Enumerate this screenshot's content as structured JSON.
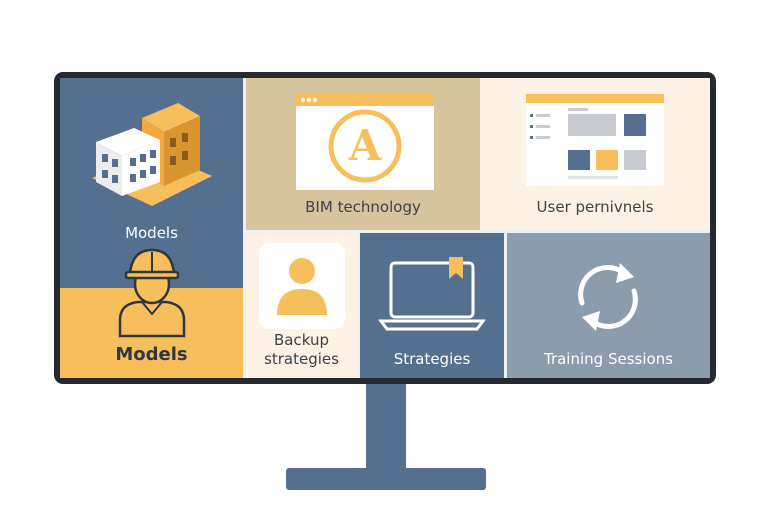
{
  "tiles": {
    "models": {
      "label": "Models",
      "icon": "buildings-icon"
    },
    "worker": {
      "label": "Models",
      "icon": "hardhat-worker-icon"
    },
    "bim": {
      "label": "BIM technology",
      "icon": "browser-letter-a-icon",
      "glyph": "A"
    },
    "user": {
      "label": "User pernivnels",
      "icon": "dashboard-window-icon"
    },
    "backup": {
      "label": "Backup strategies",
      "icon": "user-avatar-icon"
    },
    "strategies": {
      "label": "Strategies",
      "icon": "laptop-bookmark-icon"
    },
    "training": {
      "label": "Training Sessions",
      "icon": "sync-arrows-icon"
    }
  },
  "colors": {
    "navy": "#55708f",
    "gold": "#f7bf5c",
    "tan": "#d6c49d",
    "cream": "#fdf2e3",
    "gray": "#8b9cad",
    "bezel": "#262a30"
  }
}
